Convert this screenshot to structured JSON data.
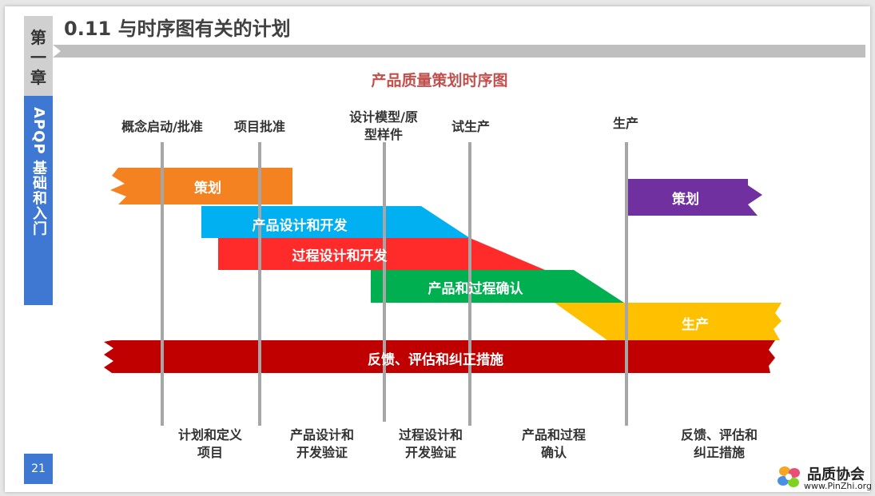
{
  "slide": {
    "side_chapter": [
      "第",
      "一",
      "章"
    ],
    "side_title": "APQP 基础和入门",
    "page_number": "21",
    "title": "0.11 与时序图有关的计划"
  },
  "diagram": {
    "title": "产品质量策划时序图",
    "milestones": [
      {
        "label": "概念启动/批准"
      },
      {
        "label": "项目批准"
      },
      {
        "label": "设计模型/原型样件"
      },
      {
        "label": "试生产"
      },
      {
        "label": "生产"
      }
    ],
    "bars": [
      {
        "label": "策划",
        "color": "#f58220"
      },
      {
        "label": "产品设计和开发",
        "color": "#00b0f0"
      },
      {
        "label": "过程设计和开发",
        "color": "#ff2a2a"
      },
      {
        "label": "产品和过程确认",
        "color": "#00b050"
      },
      {
        "label": "生产",
        "color": "#ffc000"
      },
      {
        "label": "反馈、评估和纠正措施",
        "color": "#c00000"
      },
      {
        "label": "策划",
        "color": "#7030a0"
      }
    ],
    "outputs": [
      {
        "line1": "计划和定义",
        "line2": "项目"
      },
      {
        "line1": "产品设计和",
        "line2": "开发验证"
      },
      {
        "line1": "过程设计和",
        "line2": "开发验证"
      },
      {
        "line1": "产品和过程",
        "line2": "确认"
      },
      {
        "line1": "反馈、评估和",
        "line2": "纠正措施"
      }
    ]
  },
  "logo": {
    "name": "品质协会",
    "url": "www.PinZhi.org"
  }
}
